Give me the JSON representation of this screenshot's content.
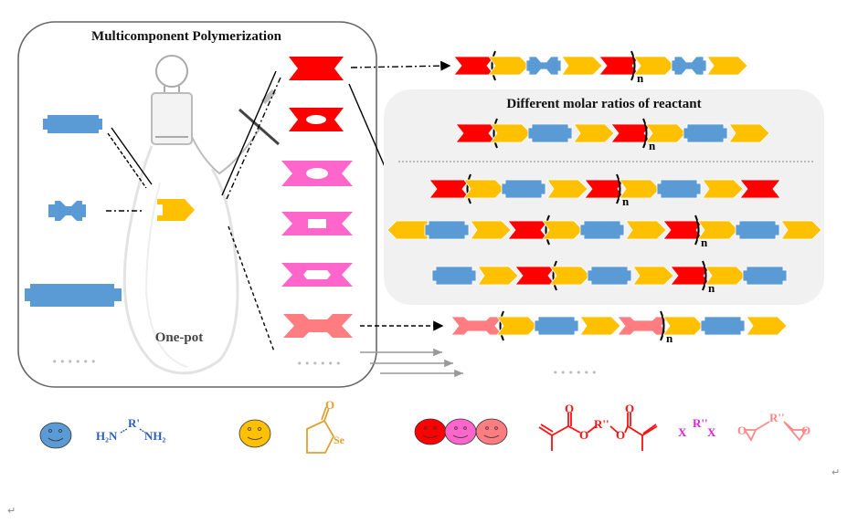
{
  "left_panel": {
    "title": "Multicomponent Polymerization",
    "pot_label": "One-pot",
    "ellipsis": "••••••"
  },
  "right_panel": {
    "title": "Different molar ratios of reactant",
    "repeat_subscript": "n"
  },
  "bottom_ellipsis": "••••••",
  "colors": {
    "amine_blue": "#5B9BD5",
    "selenolactone_yellow": "#FFC000",
    "acrylate_red": "#FF0000",
    "halide_pink": "#FF66CC",
    "epoxide_salmon": "#FF7C80",
    "panel_gray": "#F2F1F2"
  },
  "legend": {
    "amine": {
      "formula_left": "H₂N",
      "r_group": "R'",
      "formula_right": "NH₂"
    },
    "selenolactone": {
      "carbonyl": "O",
      "heteroatom": "Se"
    },
    "acrylate": {
      "o1": "O",
      "o2": "O",
      "r_group": "R''",
      "ester_o1": "O",
      "ester_o2": "O"
    },
    "halide": {
      "x1": "X",
      "r_group": "R''",
      "x2": "X"
    },
    "epoxide": {
      "r_group": "R''",
      "o1": "O",
      "o2": "O"
    }
  },
  "para_marks": [
    "↵",
    "↵"
  ]
}
